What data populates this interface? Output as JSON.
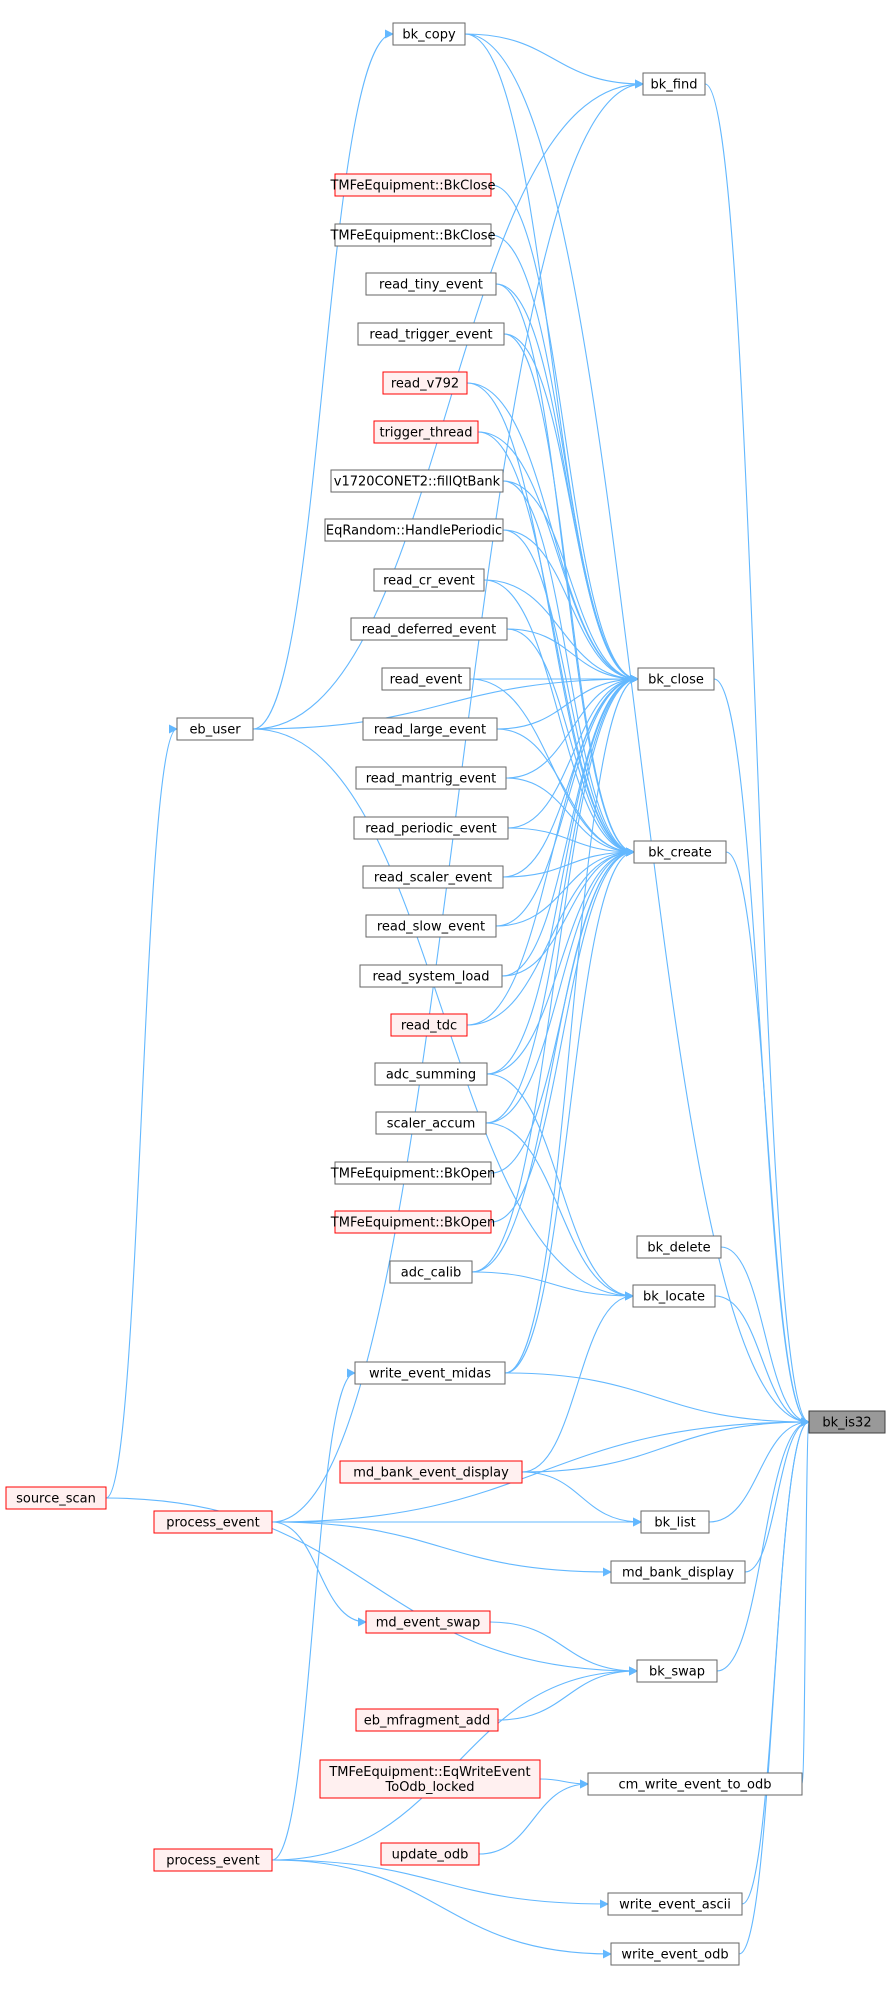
{
  "colors": {
    "edge": "#63b8ff",
    "node_border": "#666666",
    "node_fill": "#ffffff",
    "truncated_border": "#ff0000",
    "truncated_fill": "#fff0f0",
    "focus_border": "#404040",
    "focus_fill": "#999999"
  },
  "nodes": [
    {
      "id": "bk_copy",
      "label": "bk_copy",
      "style": "normal"
    },
    {
      "id": "bk_find",
      "label": "bk_find",
      "style": "normal"
    },
    {
      "id": "tmfe_bkclose_1",
      "label": "TMFeEquipment::BkClose",
      "style": "truncated"
    },
    {
      "id": "tmfe_bkclose_2",
      "label": "TMFeEquipment::BkClose",
      "style": "normal"
    },
    {
      "id": "read_tiny_event",
      "label": "read_tiny_event",
      "style": "normal"
    },
    {
      "id": "read_trigger_event",
      "label": "read_trigger_event",
      "style": "normal"
    },
    {
      "id": "read_v792",
      "label": "read_v792",
      "style": "truncated"
    },
    {
      "id": "trigger_thread",
      "label": "trigger_thread",
      "style": "truncated"
    },
    {
      "id": "v1720",
      "label": "v1720CONET2::fillQtBank",
      "style": "normal"
    },
    {
      "id": "eqrandom",
      "label": "EqRandom::HandlePeriodic",
      "style": "normal"
    },
    {
      "id": "read_cr_event",
      "label": "read_cr_event",
      "style": "normal"
    },
    {
      "id": "read_deferred_event",
      "label": "read_deferred_event",
      "style": "normal"
    },
    {
      "id": "read_event",
      "label": "read_event",
      "style": "normal"
    },
    {
      "id": "eb_user",
      "label": "eb_user",
      "style": "normal"
    },
    {
      "id": "bk_close",
      "label": "bk_close",
      "style": "normal"
    },
    {
      "id": "read_large_event",
      "label": "read_large_event",
      "style": "normal"
    },
    {
      "id": "read_mantrig_event",
      "label": "read_mantrig_event",
      "style": "normal"
    },
    {
      "id": "read_periodic_event",
      "label": "read_periodic_event",
      "style": "normal"
    },
    {
      "id": "bk_create",
      "label": "bk_create",
      "style": "normal"
    },
    {
      "id": "read_scaler_event",
      "label": "read_scaler_event",
      "style": "normal"
    },
    {
      "id": "read_slow_event",
      "label": "read_slow_event",
      "style": "normal"
    },
    {
      "id": "read_system_load",
      "label": "read_system_load",
      "style": "normal"
    },
    {
      "id": "read_tdc",
      "label": "read_tdc",
      "style": "truncated"
    },
    {
      "id": "adc_summing",
      "label": "adc_summing",
      "style": "normal"
    },
    {
      "id": "scaler_accum",
      "label": "scaler_accum",
      "style": "normal"
    },
    {
      "id": "tmfe_bkopen_1",
      "label": "TMFeEquipment::BkOpen",
      "style": "normal"
    },
    {
      "id": "tmfe_bkopen_2",
      "label": "TMFeEquipment::BkOpen",
      "style": "truncated"
    },
    {
      "id": "bk_delete",
      "label": "bk_delete",
      "style": "normal"
    },
    {
      "id": "adc_calib",
      "label": "adc_calib",
      "style": "normal"
    },
    {
      "id": "bk_locate",
      "label": "bk_locate",
      "style": "normal"
    },
    {
      "id": "write_event_midas",
      "label": "write_event_midas",
      "style": "normal"
    },
    {
      "id": "bk_is32",
      "label": "bk_is32",
      "style": "focus"
    },
    {
      "id": "md_bank_event_display",
      "label": "md_bank_event_display",
      "style": "truncated"
    },
    {
      "id": "source_scan",
      "label": "source_scan",
      "style": "truncated"
    },
    {
      "id": "process_event_1",
      "label": "process_event",
      "style": "truncated"
    },
    {
      "id": "bk_list",
      "label": "bk_list",
      "style": "normal"
    },
    {
      "id": "md_bank_display",
      "label": "md_bank_display",
      "style": "normal"
    },
    {
      "id": "md_event_swap",
      "label": "md_event_swap",
      "style": "truncated"
    },
    {
      "id": "bk_swap",
      "label": "bk_swap",
      "style": "normal"
    },
    {
      "id": "eb_mfragment_add",
      "label": "eb_mfragment_add",
      "style": "truncated"
    },
    {
      "id": "tmfe_eqwrite",
      "label": "TMFeEquipment::EqWriteEvent\nToOdb_locked",
      "style": "truncated"
    },
    {
      "id": "cm_write_event_to_odb",
      "label": "cm_write_event_to_odb",
      "style": "normal"
    },
    {
      "id": "process_event_2",
      "label": "process_event",
      "style": "truncated"
    },
    {
      "id": "update_odb",
      "label": "update_odb",
      "style": "truncated"
    },
    {
      "id": "write_event_ascii",
      "label": "write_event_ascii",
      "style": "normal"
    },
    {
      "id": "write_event_odb",
      "label": "write_event_odb",
      "style": "normal"
    }
  ],
  "edges": [
    [
      "bk_copy",
      "bk_is32"
    ],
    [
      "bk_find",
      "bk_is32"
    ],
    [
      "bk_close",
      "bk_is32"
    ],
    [
      "bk_create",
      "bk_is32"
    ],
    [
      "bk_delete",
      "bk_is32"
    ],
    [
      "bk_locate",
      "bk_is32"
    ],
    [
      "write_event_midas",
      "bk_is32"
    ],
    [
      "md_bank_event_display",
      "bk_is32"
    ],
    [
      "process_event_1",
      "bk_is32"
    ],
    [
      "bk_list",
      "bk_is32"
    ],
    [
      "md_bank_display",
      "bk_is32"
    ],
    [
      "bk_swap",
      "bk_is32"
    ],
    [
      "cm_write_event_to_odb",
      "bk_is32"
    ],
    [
      "write_event_ascii",
      "bk_is32"
    ],
    [
      "write_event_odb",
      "bk_is32"
    ],
    [
      "bk_copy",
      "bk_find"
    ],
    [
      "eb_user",
      "bk_copy"
    ],
    [
      "source_scan",
      "eb_user"
    ],
    [
      "eb_user",
      "bk_find"
    ],
    [
      "eb_user",
      "bk_close"
    ],
    [
      "eb_user",
      "bk_locate"
    ],
    [
      "process_event_1",
      "bk_find"
    ],
    [
      "bk_copy",
      "bk_close"
    ],
    [
      "tmfe_bkclose_1",
      "bk_close"
    ],
    [
      "tmfe_bkclose_2",
      "bk_close"
    ],
    [
      "read_tiny_event",
      "bk_close"
    ],
    [
      "read_tiny_event",
      "bk_create"
    ],
    [
      "read_trigger_event",
      "bk_close"
    ],
    [
      "read_trigger_event",
      "bk_create"
    ],
    [
      "read_v792",
      "bk_close"
    ],
    [
      "read_v792",
      "bk_create"
    ],
    [
      "trigger_thread",
      "bk_close"
    ],
    [
      "trigger_thread",
      "bk_create"
    ],
    [
      "v1720",
      "bk_close"
    ],
    [
      "v1720",
      "bk_create"
    ],
    [
      "eqrandom",
      "bk_close"
    ],
    [
      "eqrandom",
      "bk_create"
    ],
    [
      "read_cr_event",
      "bk_close"
    ],
    [
      "read_cr_event",
      "bk_create"
    ],
    [
      "read_deferred_event",
      "bk_close"
    ],
    [
      "read_deferred_event",
      "bk_create"
    ],
    [
      "read_event",
      "bk_close"
    ],
    [
      "read_event",
      "bk_create"
    ],
    [
      "read_large_event",
      "bk_close"
    ],
    [
      "read_large_event",
      "bk_create"
    ],
    [
      "read_mantrig_event",
      "bk_close"
    ],
    [
      "read_mantrig_event",
      "bk_create"
    ],
    [
      "read_periodic_event",
      "bk_close"
    ],
    [
      "read_periodic_event",
      "bk_create"
    ],
    [
      "read_scaler_event",
      "bk_close"
    ],
    [
      "read_scaler_event",
      "bk_create"
    ],
    [
      "read_slow_event",
      "bk_close"
    ],
    [
      "read_slow_event",
      "bk_create"
    ],
    [
      "read_system_load",
      "bk_close"
    ],
    [
      "read_system_load",
      "bk_create"
    ],
    [
      "read_tdc",
      "bk_close"
    ],
    [
      "read_tdc",
      "bk_create"
    ],
    [
      "adc_summing",
      "bk_close"
    ],
    [
      "adc_summing",
      "bk_create"
    ],
    [
      "adc_summing",
      "bk_locate"
    ],
    [
      "scaler_accum",
      "bk_close"
    ],
    [
      "scaler_accum",
      "bk_create"
    ],
    [
      "scaler_accum",
      "bk_locate"
    ],
    [
      "tmfe_bkopen_1",
      "bk_create"
    ],
    [
      "tmfe_bkopen_2",
      "bk_create"
    ],
    [
      "adc_calib",
      "bk_close"
    ],
    [
      "adc_calib",
      "bk_create"
    ],
    [
      "adc_calib",
      "bk_locate"
    ],
    [
      "write_event_midas",
      "bk_close"
    ],
    [
      "write_event_midas",
      "bk_create"
    ],
    [
      "md_bank_event_display",
      "bk_locate"
    ],
    [
      "md_bank_event_display",
      "bk_list"
    ],
    [
      "process_event_1",
      "bk_list"
    ],
    [
      "process_event_1",
      "md_bank_display"
    ],
    [
      "process_event_1",
      "md_event_swap"
    ],
    [
      "md_event_swap",
      "bk_swap"
    ],
    [
      "source_scan",
      "bk_swap"
    ],
    [
      "eb_mfragment_add",
      "bk_swap"
    ],
    [
      "process_event_2",
      "bk_swap"
    ],
    [
      "process_event_2",
      "write_event_midas"
    ],
    [
      "process_event_2",
      "write_event_ascii"
    ],
    [
      "process_event_2",
      "write_event_odb"
    ],
    [
      "tmfe_eqwrite",
      "cm_write_event_to_odb"
    ],
    [
      "update_odb",
      "cm_write_event_to_odb"
    ]
  ]
}
